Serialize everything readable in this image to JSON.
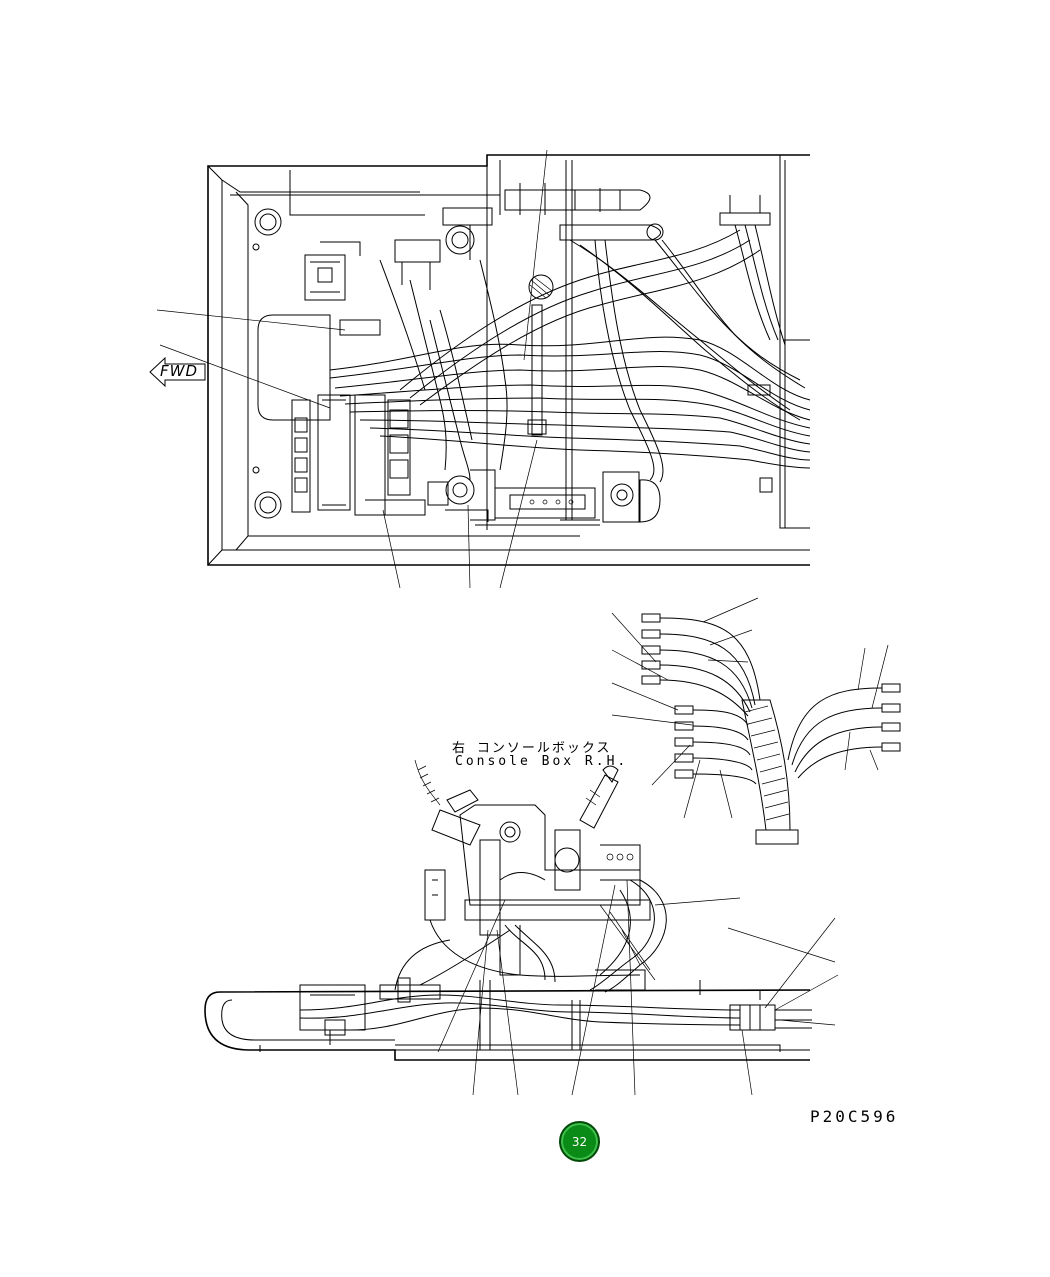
{
  "figure": {
    "direction_arrow": "FWD",
    "console_label_jp": "右 コンソールボックス",
    "console_label_en": "Console Box R.H.",
    "figure_code": "P20C596",
    "page_number": "32",
    "badge_color": "#0a8a16"
  }
}
